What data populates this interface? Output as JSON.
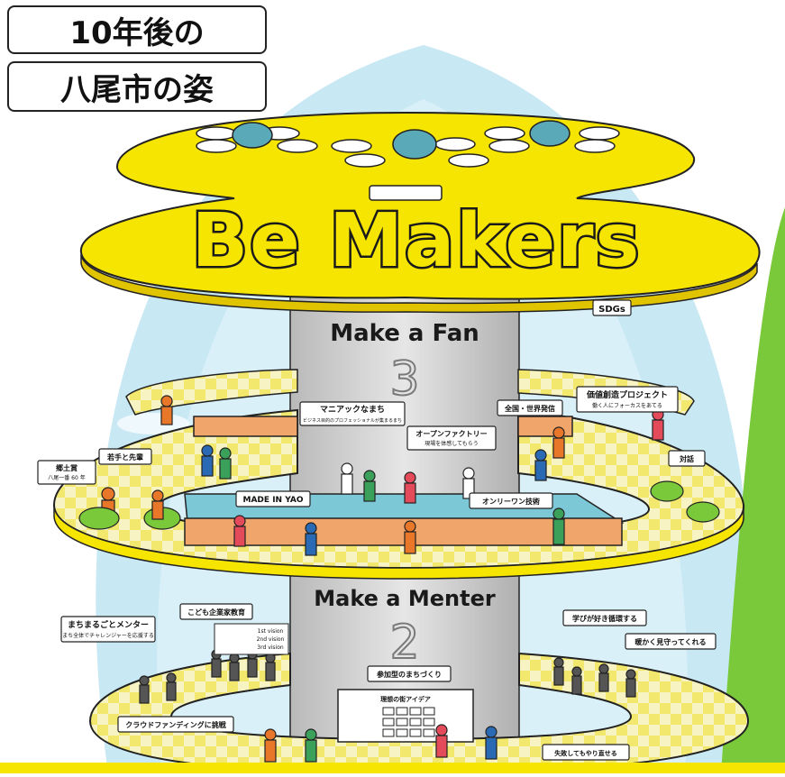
{
  "title": {
    "line1": "10年後の",
    "line2": "八尾市の姿"
  },
  "hero": {
    "text": "Be Makers"
  },
  "floors": [
    {
      "heading": "Make a Fan",
      "number": "3"
    },
    {
      "heading": "Make a Menter",
      "number": "2"
    }
  ],
  "floor3_labels": {
    "sdgs": "SDGs",
    "maniac": "マニアックなまち",
    "maniac_sub": "ビジネス目的のプロフェッショナルが集まるまち",
    "open_factory": "オープンファクトリー",
    "open_factory_sub": "現場を体感してもらう",
    "global": "全国・世界発信",
    "venture": "価値創造プロジェクト",
    "venture_sub": "働く人にフォーカスをあてる",
    "local_award": "郷土賞",
    "local_award_sub": "八尾一番 60 年",
    "youth": "若手と先輩",
    "dialogue": "対話",
    "made_in_yao": "MADE IN YAO",
    "only_one": "オンリーワン技術"
  },
  "floor2_labels": {
    "whole_town": "まちまるごとメンター",
    "whole_town_sub": "まち全体でチャレンジャーを応援する",
    "kids": "こども企業家教育",
    "vision_lines": [
      "1st vision",
      "2nd vision",
      "3rd vision"
    ],
    "participatory": "参加型のまちづくり",
    "ideal_town": "理想の街アイデア",
    "learning": "学びが好き循環する",
    "watching": "暖かく見守ってくれる",
    "crowdfunding": "クラウドファンディングに挑戦",
    "failure_ok": "失敗してもやり直せる"
  },
  "colors": {
    "yellow": "#f6e500",
    "sky": "#bfe3f1",
    "green": "#79c93a",
    "gray": "#d4d4d4",
    "ink": "#1a1a1a"
  }
}
